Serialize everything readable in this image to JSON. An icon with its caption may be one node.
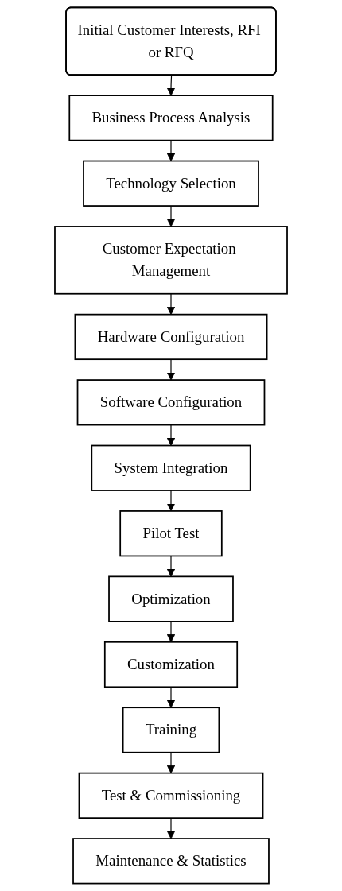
{
  "diagram": {
    "nodes": [
      {
        "text": [
          "Initial Customer Interests, RFI or RFQ"
        ]
      },
      {
        "text": [
          "Business Process Analysis"
        ]
      },
      {
        "text": [
          "Technology Selection"
        ]
      },
      {
        "text": [
          "Customer Expectation Management"
        ]
      },
      {
        "text": [
          "Hardware Configuration"
        ]
      },
      {
        "text": [
          "Software Configuration"
        ]
      },
      {
        "text": [
          "System Integration"
        ]
      },
      {
        "text": [
          "Pilot Test"
        ]
      },
      {
        "text": [
          "Optimization"
        ]
      },
      {
        "text": [
          "Customization"
        ]
      },
      {
        "text": [
          "Training"
        ]
      },
      {
        "text": [
          "Test & Commissioning"
        ]
      },
      {
        "text": [
          "Maintenance & Statistics"
        ]
      }
    ],
    "edges": [
      {
        "from": 0,
        "to": 1,
        "arrow": "to"
      },
      {
        "from": 1,
        "to": 2,
        "arrow": "to"
      },
      {
        "from": 2,
        "to": 3,
        "arrow": "to"
      },
      {
        "from": 3,
        "to": 4,
        "arrow": "to"
      },
      {
        "from": 4,
        "to": 5,
        "arrow": "to"
      },
      {
        "from": 5,
        "to": 6,
        "arrow": "to"
      },
      {
        "from": 6,
        "to": 7,
        "arrow": "to"
      },
      {
        "from": 7,
        "to": 8,
        "arrow": "to"
      },
      {
        "from": 8,
        "to": 9,
        "arrow": "to"
      },
      {
        "from": 9,
        "to": 10,
        "arrow": "to"
      },
      {
        "from": 10,
        "to": 11,
        "arrow": "to"
      },
      {
        "from": 11,
        "to": 12,
        "arrow": "to"
      }
    ]
  }
}
